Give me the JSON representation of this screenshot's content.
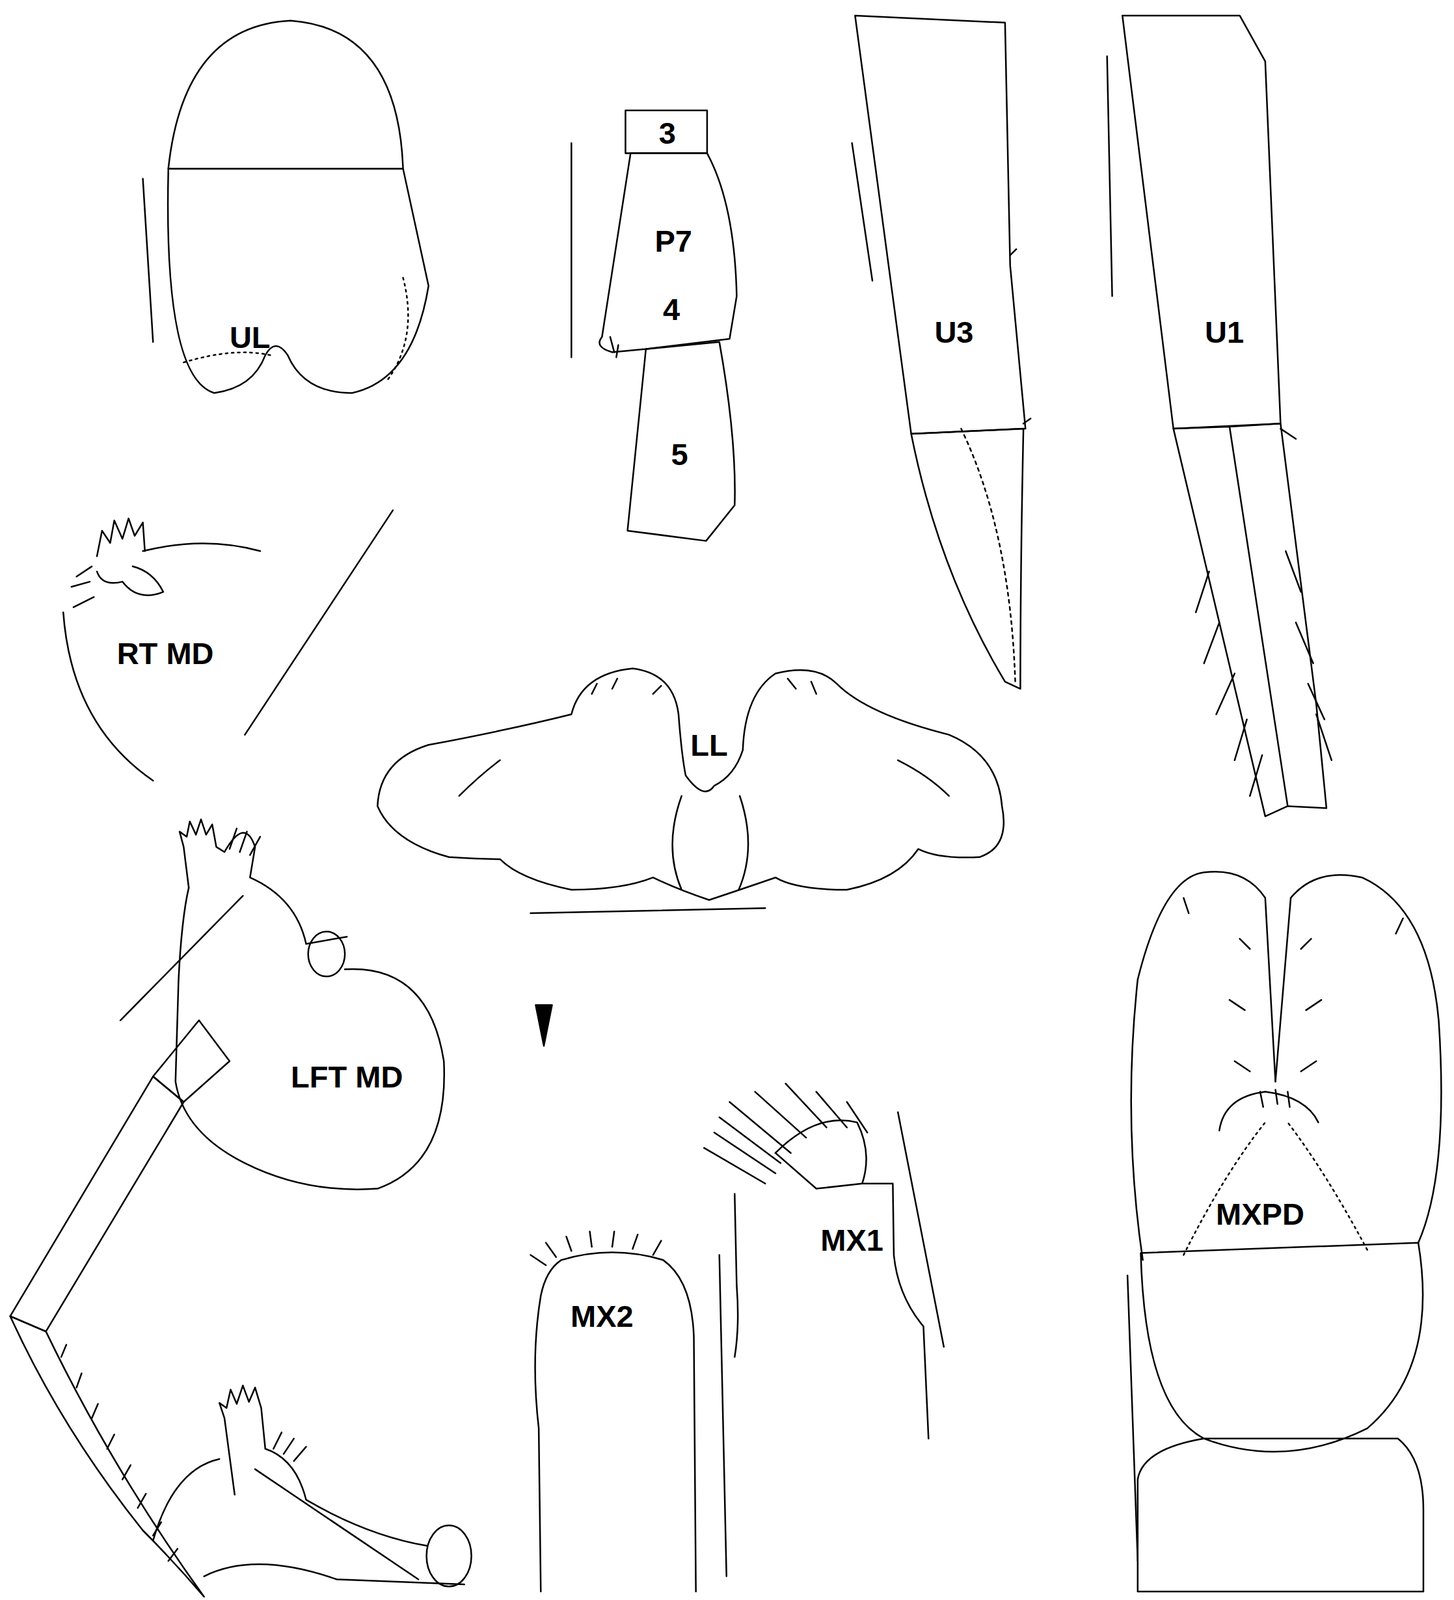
{
  "diagram": {
    "labels": [
      "UL",
      "3",
      "P7",
      "4",
      "5",
      "U3",
      "U1",
      "RT MD",
      "LL",
      "LFT MD",
      "MX1",
      "MX2",
      "MXPD"
    ]
  }
}
